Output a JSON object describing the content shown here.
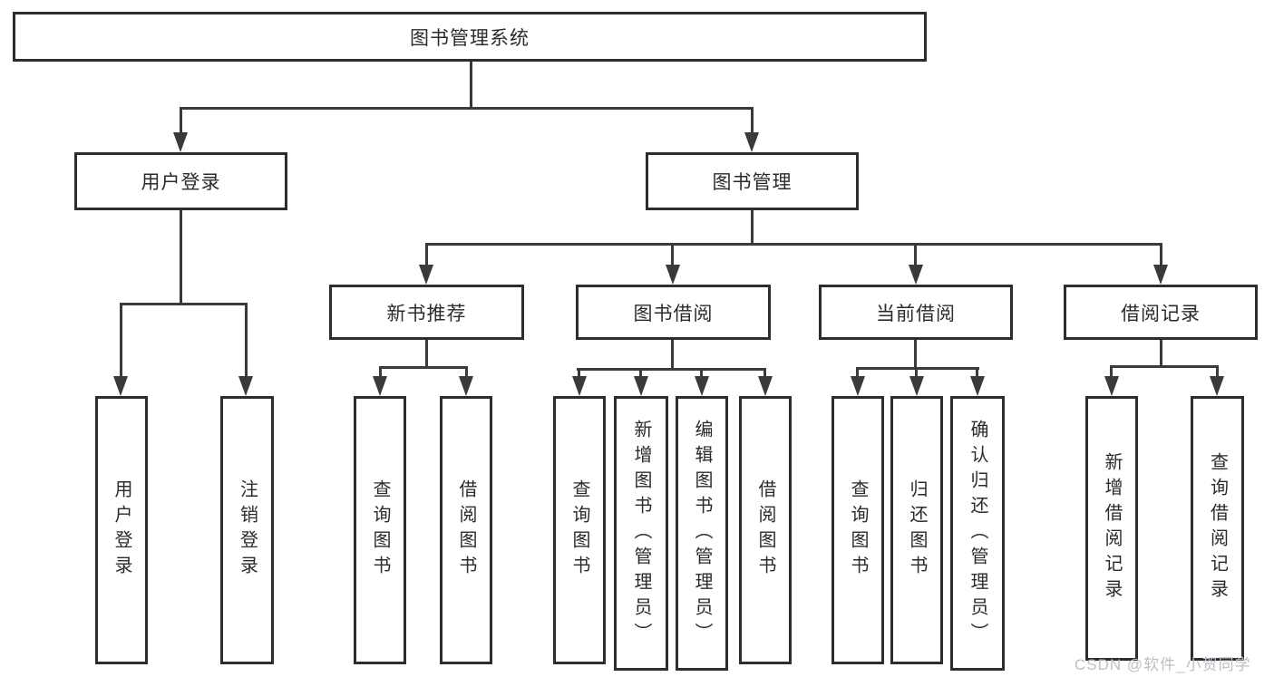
{
  "diagram": {
    "title": "图书管理系统",
    "branches": [
      {
        "label": "用户登录",
        "children": [
          {
            "label": "用户登录"
          },
          {
            "label": "注销登录"
          }
        ]
      },
      {
        "label": "图书管理",
        "children": [
          {
            "label": "新书推荐",
            "children": [
              {
                "label": "查询图书"
              },
              {
                "label": "借阅图书"
              }
            ]
          },
          {
            "label": "图书借阅",
            "children": [
              {
                "label": "查询图书"
              },
              {
                "label": "新增图书（管理员）"
              },
              {
                "label": "编辑图书（管理员）"
              },
              {
                "label": "借阅图书"
              }
            ]
          },
          {
            "label": "当前借阅",
            "children": [
              {
                "label": "查询图书"
              },
              {
                "label": "归还图书"
              },
              {
                "label": "确认归还（管理员）"
              }
            ]
          },
          {
            "label": "借阅记录",
            "children": [
              {
                "label": "新增借阅记录"
              },
              {
                "label": "查询借阅记录"
              }
            ]
          }
        ]
      }
    ]
  },
  "watermark": "CSDN @软件_小贺同学",
  "colors": {
    "line": "#3a3a3a",
    "box_border": "#2d2d2d",
    "text": "#2b2b2b",
    "watermark": "#bcc0c6",
    "background": "#ffffff"
  }
}
